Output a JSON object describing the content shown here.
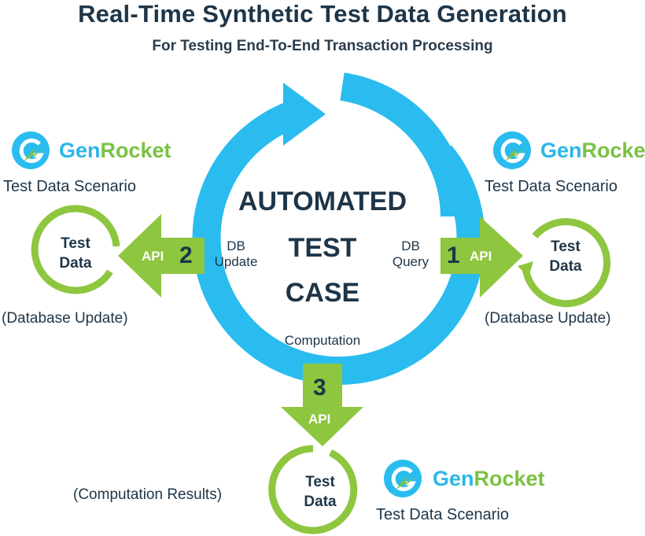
{
  "header": {
    "title": "Real-Time Synthetic Test Data Generation",
    "subtitle": "For Testing End-To-End Transaction Processing"
  },
  "center": {
    "line1": "AUTOMATED",
    "line2": "TEST",
    "line3": "CASE"
  },
  "brand": {
    "gen": "Gen",
    "rocket": "Rocket"
  },
  "scenario_label": "Test Data Scenario",
  "test_data": {
    "line1": "Test",
    "line2": "Data"
  },
  "steps": [
    {
      "number": "1",
      "api": "API",
      "op_line1": "DB",
      "op_line2": "Query",
      "result": "(Database Update)"
    },
    {
      "number": "2",
      "api": "API",
      "op_line1": "DB",
      "op_line2": "Update",
      "result": "(Database Update)"
    },
    {
      "number": "3",
      "api": "API",
      "op_line1": "Computation",
      "result": "(Computation Results)"
    }
  ],
  "colors": {
    "blue": "#2bbcef",
    "green": "#8ec63f",
    "dark": "#1e3548"
  }
}
